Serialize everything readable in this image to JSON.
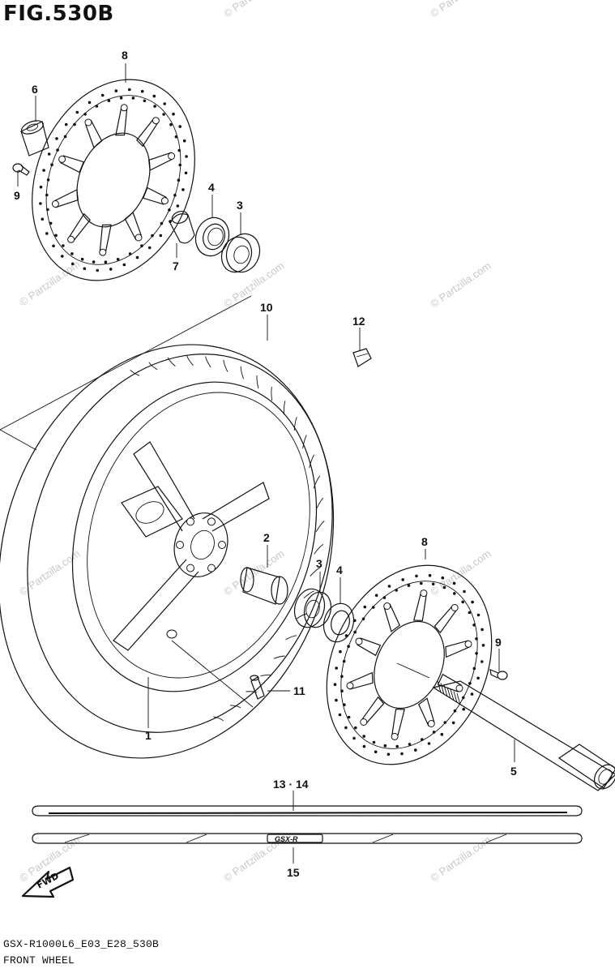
{
  "figure": {
    "title": "FIG.530B",
    "model_code": "GSX-R1000L6_E03_E28_530B",
    "caption": "FRONT WHEEL"
  },
  "callouts": [
    {
      "id": "part-8-top",
      "label": "8"
    },
    {
      "id": "part-6",
      "label": "6"
    },
    {
      "id": "part-9-top",
      "label": "9"
    },
    {
      "id": "part-4-top",
      "label": "4"
    },
    {
      "id": "part-3-top",
      "label": "3"
    },
    {
      "id": "part-7",
      "label": "7"
    },
    {
      "id": "part-10",
      "label": "10"
    },
    {
      "id": "part-12",
      "label": "12"
    },
    {
      "id": "part-2",
      "label": "2"
    },
    {
      "id": "part-8-bottom",
      "label": "8"
    },
    {
      "id": "part-3-mid",
      "label": "3"
    },
    {
      "id": "part-4-mid",
      "label": "4"
    },
    {
      "id": "part-9-bottom",
      "label": "9"
    },
    {
      "id": "part-11",
      "label": "11"
    },
    {
      "id": "part-1",
      "label": "1"
    },
    {
      "id": "part-5",
      "label": "5"
    },
    {
      "id": "part-13-14",
      "label": "13 · 14"
    },
    {
      "id": "part-15",
      "label": "15"
    }
  ],
  "stripe_text": "GSX-R",
  "fwd_label": "FWD",
  "watermark": "© Partzilla.com"
}
